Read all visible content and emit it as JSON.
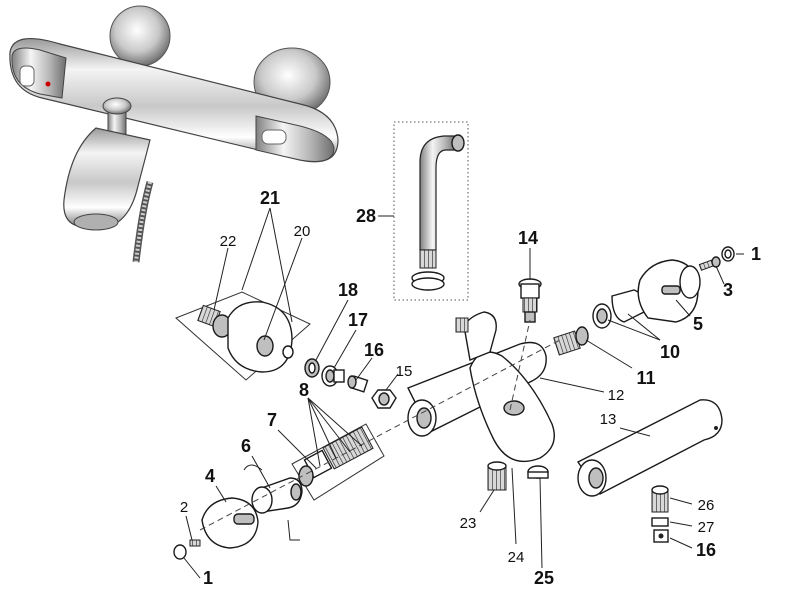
{
  "diagram": {
    "labels": [
      {
        "id": "21",
        "text": "21",
        "bold": true
      },
      {
        "id": "22",
        "text": "22",
        "bold": false
      },
      {
        "id": "20",
        "text": "20",
        "bold": false
      },
      {
        "id": "28",
        "text": "28",
        "bold": true
      },
      {
        "id": "14",
        "text": "14",
        "bold": true
      },
      {
        "id": "1a",
        "text": "1",
        "bold": true
      },
      {
        "id": "3",
        "text": "3",
        "bold": true
      },
      {
        "id": "18",
        "text": "18",
        "bold": true
      },
      {
        "id": "17",
        "text": "17",
        "bold": true
      },
      {
        "id": "16a",
        "text": "16",
        "bold": true
      },
      {
        "id": "15",
        "text": "15",
        "bold": false
      },
      {
        "id": "5",
        "text": "5",
        "bold": true
      },
      {
        "id": "10",
        "text": "10",
        "bold": true
      },
      {
        "id": "11",
        "text": "11",
        "bold": true
      },
      {
        "id": "12",
        "text": "12",
        "bold": false
      },
      {
        "id": "8",
        "text": "8",
        "bold": true
      },
      {
        "id": "7",
        "text": "7",
        "bold": true
      },
      {
        "id": "13",
        "text": "13",
        "bold": false
      },
      {
        "id": "6",
        "text": "6",
        "bold": true
      },
      {
        "id": "4",
        "text": "4",
        "bold": true
      },
      {
        "id": "2",
        "text": "2",
        "bold": false
      },
      {
        "id": "1b",
        "text": "1",
        "bold": true
      },
      {
        "id": "23",
        "text": "23",
        "bold": false
      },
      {
        "id": "24",
        "text": "24",
        "bold": false
      },
      {
        "id": "25",
        "text": "25",
        "bold": true
      },
      {
        "id": "26",
        "text": "26",
        "bold": false
      },
      {
        "id": "27",
        "text": "27",
        "bold": false
      },
      {
        "id": "16b",
        "text": "16",
        "bold": true
      }
    ]
  }
}
